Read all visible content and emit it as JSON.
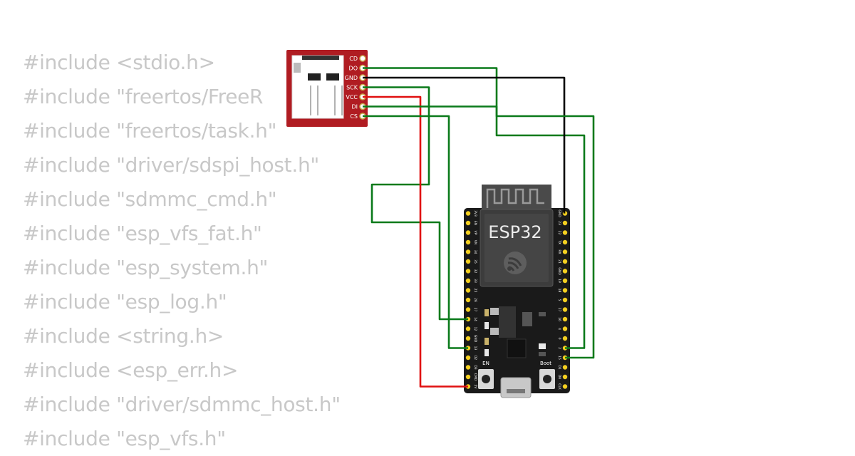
{
  "code_lines": [
    "#include <stdio.h>",
    "#include \"freertos/FreeR",
    "#include \"freertos/task.h\"",
    "#include \"driver/sdspi_host.h\"",
    "#include \"sdmmc_cmd.h\"",
    "#include \"esp_vfs_fat.h\"",
    "#include \"esp_system.h\"",
    "#include \"esp_log.h\"",
    "#include <string.h>",
    "#include <esp_err.h>",
    "#include \"driver/sdmmc_host.h\"",
    "#include \"esp_vfs.h\""
  ],
  "sd_module": {
    "pins": [
      "CD",
      "DO",
      "GND",
      "SCK",
      "VCC",
      "DI",
      "CS"
    ]
  },
  "esp32": {
    "label": "ESP32",
    "en_label": "EN",
    "boot_label": "Boot",
    "left_pins": [
      "3V3",
      "EN",
      "VP",
      "VN",
      "34",
      "35",
      "32",
      "33",
      "25",
      "26",
      "27",
      "14",
      "12",
      "GND",
      "13",
      "D2",
      "D3",
      "CMD",
      "5V"
    ],
    "right_pins": [
      "GND",
      "23",
      "22",
      "TX",
      "RX",
      "21",
      "GND",
      "19",
      "18",
      "5",
      "17",
      "16",
      "4",
      "0",
      "2",
      "15",
      "D1",
      "D0",
      "CLK"
    ]
  },
  "wires": [
    {
      "from": "DO",
      "to": "esp-right-2",
      "color": "#0a7a1a"
    },
    {
      "from": "GND",
      "to": "esp-right-GND",
      "color": "#000000"
    },
    {
      "from": "SCK",
      "to": "esp-left-14",
      "color": "#0a7a1a"
    },
    {
      "from": "VCC",
      "to": "esp-left-5V",
      "color": "#e01010"
    },
    {
      "from": "DI",
      "to": "esp-right-15",
      "color": "#0a7a1a"
    },
    {
      "from": "CS",
      "to": "esp-left-13",
      "color": "#0a7a1a"
    }
  ],
  "colors": {
    "code_text": "#c8c8c8",
    "wire_green": "#0a7a1a",
    "wire_red": "#e01010",
    "wire_black": "#000000",
    "sd_board": "#b01c22",
    "esp_board": "#1a1a1a",
    "esp_module": "#3c3c3c",
    "pin_gold": "#f5d020"
  }
}
